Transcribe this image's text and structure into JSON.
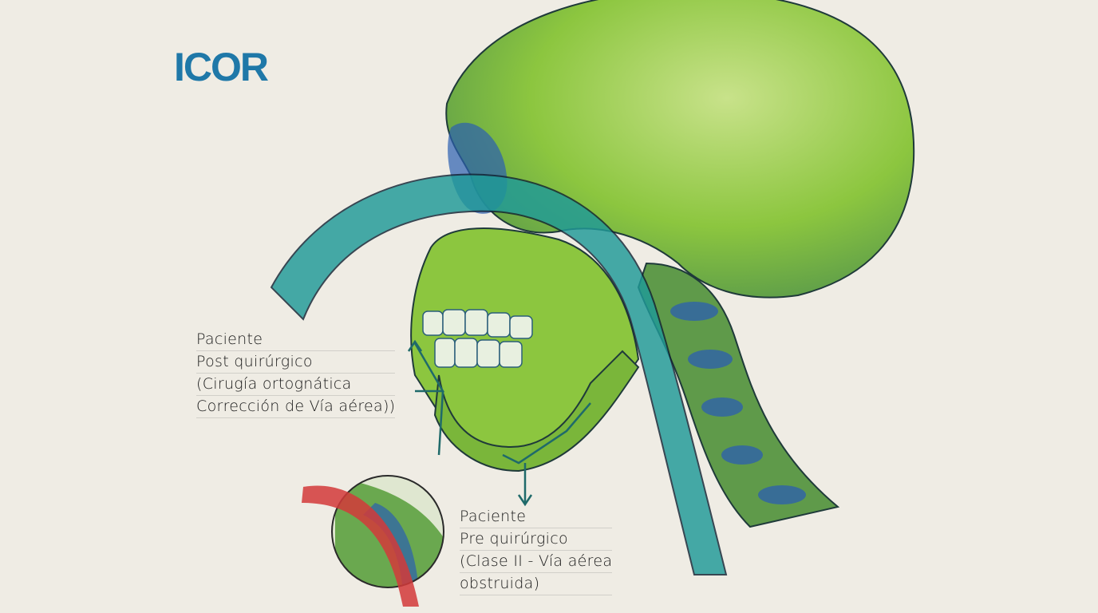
{
  "logo": {
    "text": "ICOR",
    "color": "#1f78a8"
  },
  "labels": {
    "post": {
      "lines": [
        "Paciente",
        "Post quirúrgico",
        "(Cirugía ortognática",
        "Corrección de Vía aérea))"
      ]
    },
    "pre": {
      "lines": [
        "Paciente",
        "Pre quirúrgico",
        "(Clase II - Vía aérea",
        "obstruida)"
      ]
    }
  },
  "colors": {
    "paper": "#efece4",
    "skull_green": "#8cc63f",
    "skull_blue": "#2b5fb0",
    "airway_teal": "#1f9a98",
    "obstructed_red": "#d23a3a"
  }
}
